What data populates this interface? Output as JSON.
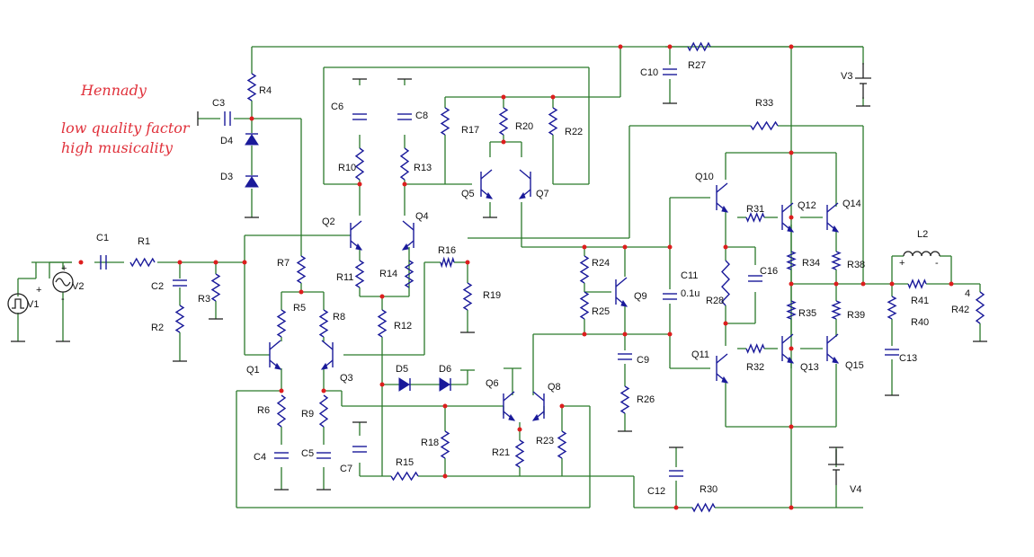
{
  "notes": {
    "author": "Hennady",
    "line1": "low quality factor",
    "line2": "high musicality"
  },
  "labels": {
    "V1": "V1",
    "V2": "V2",
    "V3": "V3",
    "V4": "V4",
    "C1": "C1",
    "C2": "C2",
    "C3": "C3",
    "C4": "C4",
    "C5": "C5",
    "C6": "C6",
    "C7": "C7",
    "C8": "C8",
    "C9": "C9",
    "C10": "C10",
    "C11": "C11",
    "C11_val": "0.1u",
    "C12": "C12",
    "C13": "C13",
    "C16": "C16",
    "R1": "R1",
    "R2": "R2",
    "R3": "R3",
    "R4": "R4",
    "R5": "R5",
    "R6": "R6",
    "R7": "R7",
    "R8": "R8",
    "R9": "R9",
    "R10": "R10",
    "R11": "R11",
    "R12": "R12",
    "R13": "R13",
    "R14": "R14",
    "R15": "R15",
    "R16": "R16",
    "R17": "R17",
    "R18": "R18",
    "R19": "R19",
    "R20": "R20",
    "R21": "R21",
    "R22": "R22",
    "R23": "R23",
    "R24": "R24",
    "R25": "R25",
    "R26": "R26",
    "R27": "R27",
    "R28": "R28",
    "R30": "R30",
    "R31": "R31",
    "R32": "R32",
    "R33": "R33",
    "R34": "R34",
    "R35": "R35",
    "R38": "R38",
    "R39": "R39",
    "R40": "R40",
    "R41": "R41",
    "R42": "R42",
    "R42_val": "4",
    "Q1": "Q1",
    "Q2": "Q2",
    "Q3": "Q3",
    "Q4": "Q4",
    "Q5": "Q5",
    "Q6": "Q6",
    "Q7": "Q7",
    "Q8": "Q8",
    "Q9": "Q9",
    "Q10": "Q10",
    "Q11": "Q11",
    "Q12": "Q12",
    "Q13": "Q13",
    "Q14": "Q14",
    "Q15": "Q15",
    "D3": "D3",
    "D4": "D4",
    "D5": "D5",
    "D6": "D6",
    "L2": "L2"
  },
  "colors": {
    "wire": "#2b7a2b",
    "component": "#1a1a9a",
    "junction": "#dd1e1e",
    "note": "#e0303a"
  }
}
